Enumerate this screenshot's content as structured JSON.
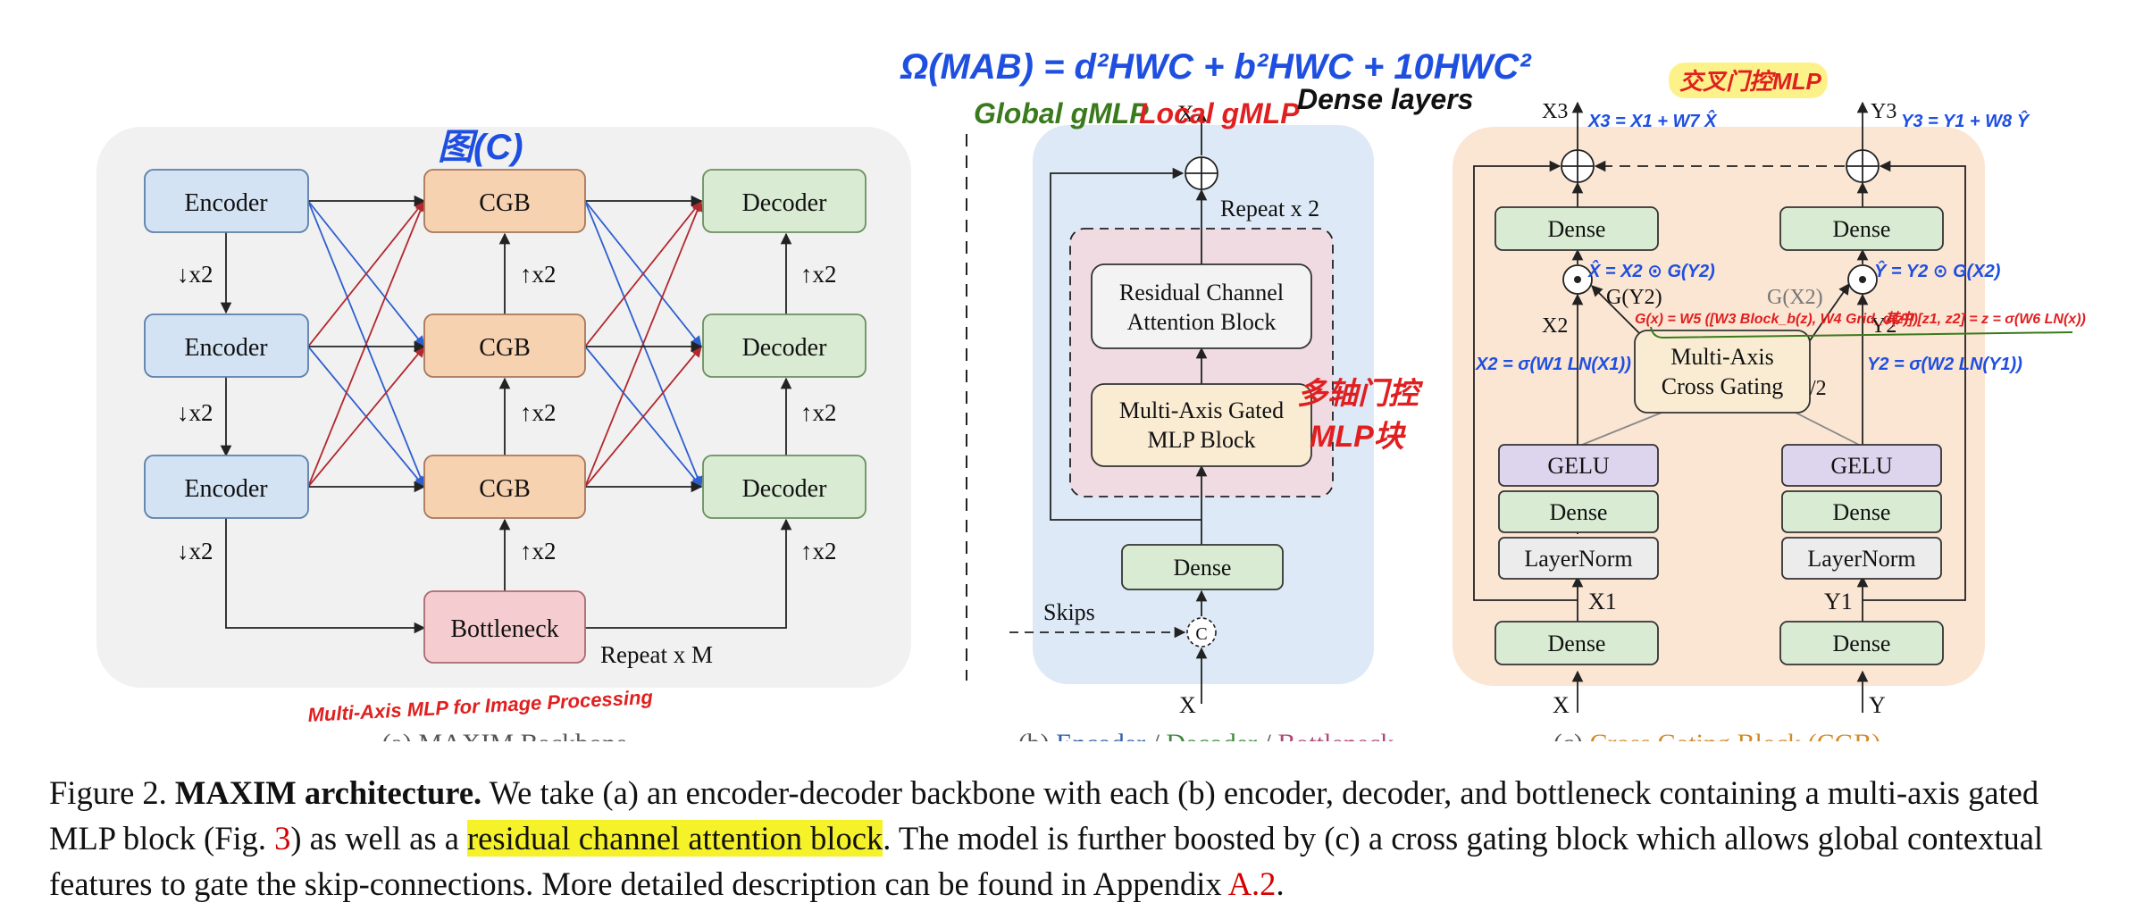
{
  "panel_a": {
    "encoders": [
      "Encoder",
      "Encoder",
      "Encoder"
    ],
    "cgbs": [
      "CGB",
      "CGB",
      "CGB"
    ],
    "decoders": [
      "Decoder",
      "Decoder",
      "Decoder"
    ],
    "bottleneck": "Bottleneck",
    "down_label": "↓x2",
    "up_label": "↑x2",
    "repeat": "Repeat x M",
    "caption": "(a) MAXIM Backbone",
    "annotation_title": "图(C)",
    "annotation_note": "Multi-Axis MLP for Image Processing"
  },
  "panel_b": {
    "rcab": [
      "Residual Channel",
      "Attention Block"
    ],
    "maxim_block": [
      "Multi-Axis Gated",
      "MLP Block"
    ],
    "dense": "Dense",
    "repeat": "Repeat x 2",
    "skips": "Skips",
    "input": "X",
    "output": "X",
    "concat": "C",
    "caption_prefix": "(b) ",
    "caption_encoder": "Encoder",
    "caption_decoder": "Decoder",
    "caption_bottleneck": "Bottleneck",
    "caption_sep": " / ",
    "annotation_formula": "Ω(MAB) = d²HWC + b²HWC + 10HWC²",
    "annotation_global": "Global gMLP",
    "annotation_local": "Local gMLP",
    "annotation_dense": "Dense layers",
    "annotation_block": [
      "多轴门控",
      "MLP块"
    ]
  },
  "panel_c": {
    "x_in": "X",
    "y_in": "Y",
    "x1": "X1",
    "y1": "Y1",
    "x2": "X2",
    "y2": "Y2",
    "x3": "X3",
    "y3": "Y3",
    "gy2": "G(Y2)",
    "gx2": "G(X2)",
    "dense": "Dense",
    "layernorm": "LayerNorm",
    "gelu": "GELU",
    "cross_gating": [
      "Multi-Axis",
      "Cross Gating"
    ],
    "div2": "/2",
    "caption_prefix": "(c) ",
    "caption_cgb": "Cross Gating Block (CGB)",
    "annotation_title": "交叉门控MLP",
    "annotation_x3": "X3 = X1 + W7 X̂",
    "annotation_y3": "Y3 = Y1 + W8 Ŷ",
    "annotation_xhat": "X̂ = X2 ⊙ G(Y2)",
    "annotation_yhat": "Ŷ = Y2 ⊙ G(X2)",
    "annotation_x2": "X2 = σ(W1 LN(X1))",
    "annotation_y2": "Y2 = σ(W2 LN(Y1))",
    "annotation_g": "G(x) = W5 ([W3 Block_b(z), W4 Grid_d(z)])",
    "annotation_z": "其中 [z1, z2] = z = σ(W6 LN(x))"
  },
  "caption": {
    "fig": "Figure 2.",
    "title": "MAXIM architecture.",
    "t1": " We take (a) an encoder-decoder backbone with each (b) encoder, decoder, and bottleneck containing a multi-axis gated MLP block (Fig. ",
    "ref1": "3",
    "t2": ") as well as a ",
    "highlight": "residual channel attention block",
    "t3": ". The model is further boosted by (c) a cross gating block which allows global contextual features to gate the skip-connections. More detailed description can be found in Appendix ",
    "ref2": "A.2",
    "t4": "."
  },
  "colors": {
    "encoder_fill": "#d4e3f4",
    "encoder_stroke": "#5b7fa8",
    "cgb_fill": "#f7d2b1",
    "decoder_fill": "#d9ecd3",
    "bottleneck_fill": "#f5cccf",
    "gelu_fill": "#ddd5ee",
    "ln_fill": "#ececec",
    "panel_a_bg": "#f1f1f1",
    "panel_b_bg": "#dde9f6",
    "panel_c_bg": "#fbe5d3",
    "maxim_fill": "#faecd3",
    "repeat_fill": "#f0dbe2",
    "blue_link": "#2f5fcf",
    "red_link": "#b2282f",
    "highlight": "#f6f22a",
    "ref": "#d40000",
    "annot_blue": "#1e4fe0",
    "annot_red": "#e02020",
    "annot_green": "#3a7a1c"
  }
}
